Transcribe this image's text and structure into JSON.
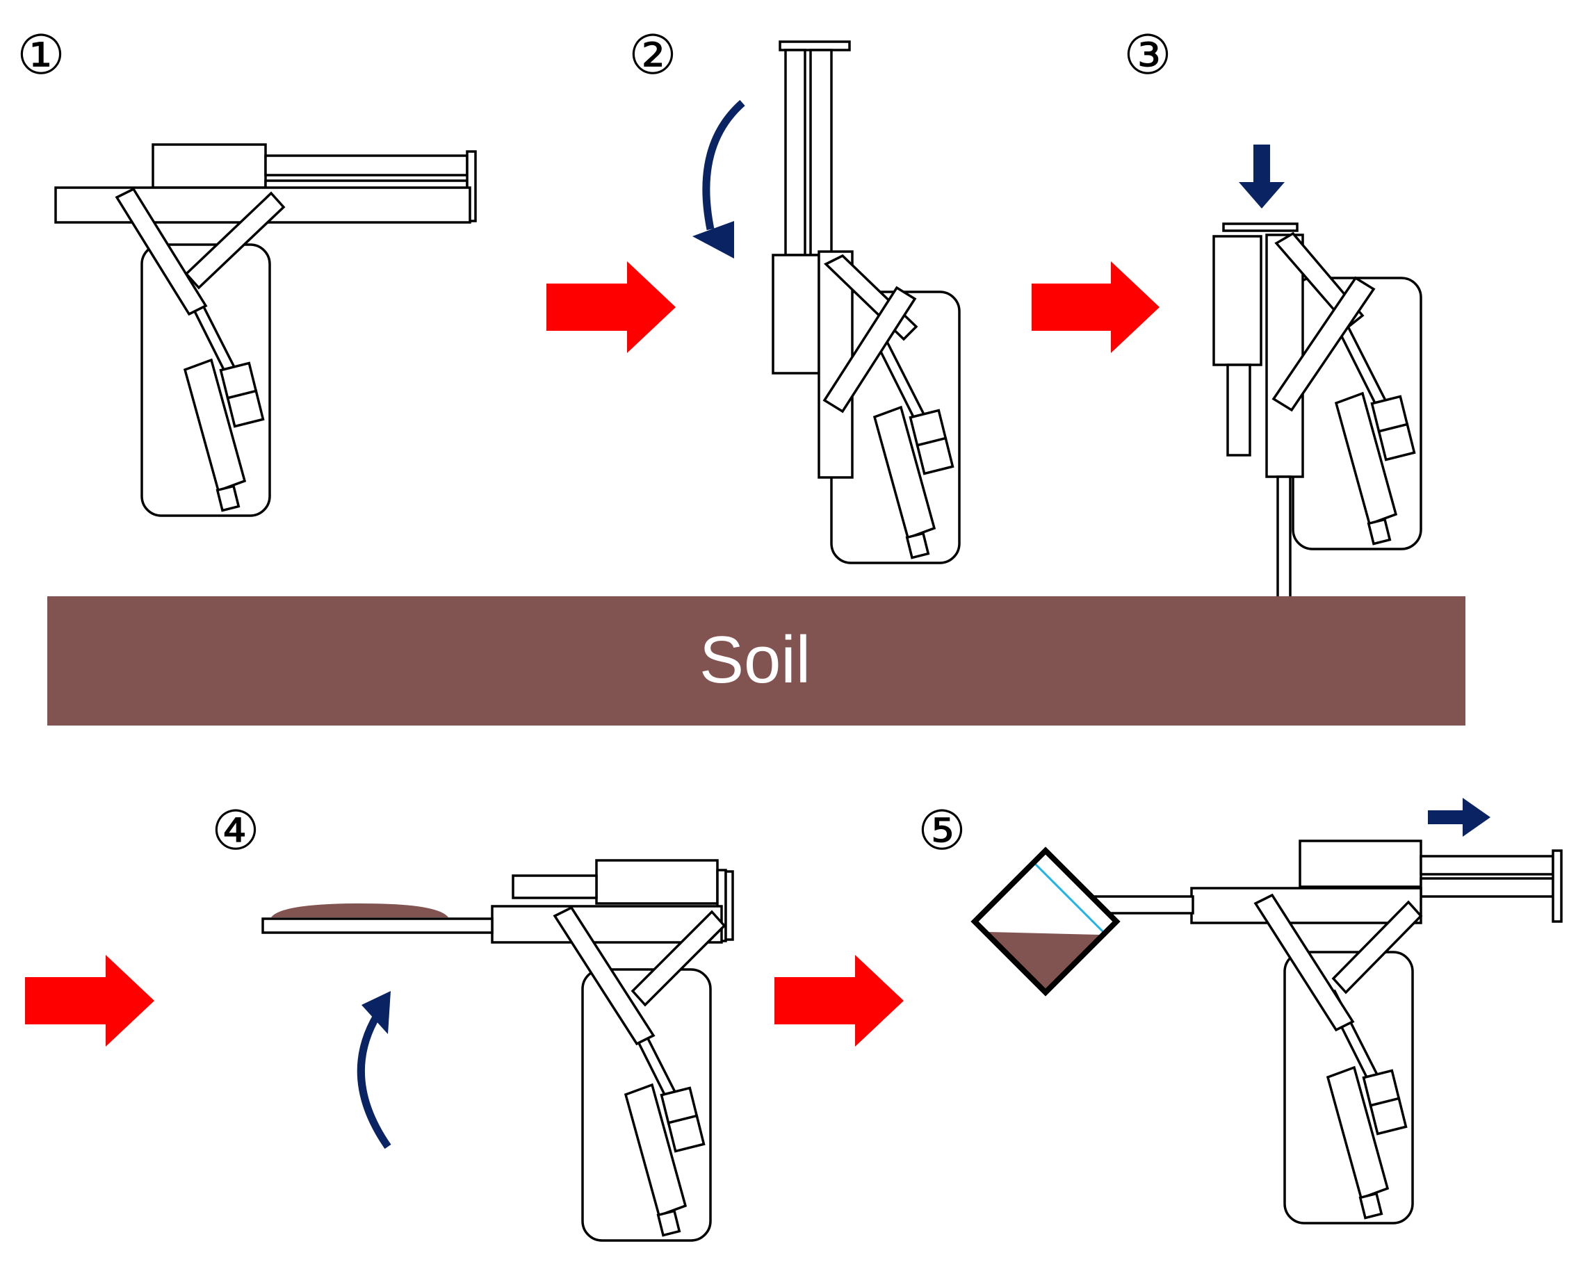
{
  "steps": [
    {
      "label": "①"
    },
    {
      "label": "②"
    },
    {
      "label": "③"
    },
    {
      "label": "④"
    },
    {
      "label": "⑤"
    }
  ],
  "soil": {
    "label": "Soil"
  },
  "colors": {
    "soil": "#825451",
    "progress_arrow": "#ff0000",
    "motion_arrow": "#0a2463",
    "water_line": "#1fb3e6",
    "outline": "#000000"
  },
  "icons": {
    "progress": "right-arrow-icon",
    "rotate": "curved-arrow-icon",
    "push": "down-arrow-icon",
    "pull": "right-arrow-icon"
  }
}
